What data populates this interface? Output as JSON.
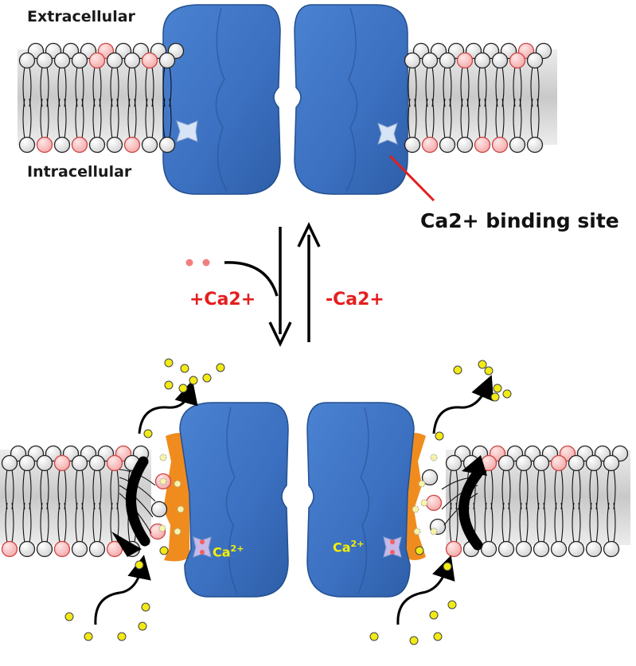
{
  "labels": {
    "extracellular": "Extracellular",
    "intracellular": "Intracellular",
    "binding_site": "Ca2+ binding site",
    "add_calcium": "+Ca2+",
    "remove_calcium": "-Ca2+",
    "ion_symbol": "Ca",
    "ion_charge": "2+"
  },
  "colors": {
    "protein": "#3b6fbf",
    "protein_edge": "#24508f",
    "orange_region": "#f08c1e",
    "lipid_head": "#e6e6e6",
    "lipid_head_pink": "#f6bcbc",
    "calcium_dot": "#f08080",
    "scrambled_lipid": "#f2ea14",
    "annotation_red": "#e41e1e",
    "label_yellow": "#f5f000"
  },
  "icons": {
    "binding_site": "bowtie-binding-pocket-icon",
    "lipid_flux": "curved-arrow-icon"
  }
}
